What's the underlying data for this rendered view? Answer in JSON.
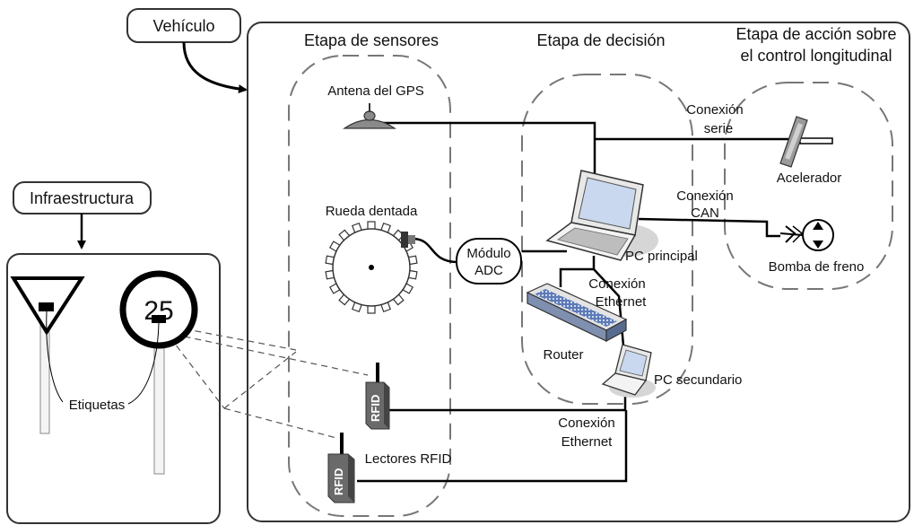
{
  "labels": {
    "vehicle": "Vehículo",
    "infrastructure": "Infraestructura",
    "sensor_stage": "Etapa de sensores",
    "decision_stage": "Etapa de decisión",
    "action_stage_line1": "Etapa de acción sobre",
    "action_stage_line2": "el control longitudinal",
    "gps_antenna": "Antena del GPS",
    "toothed_wheel": "Rueda dentada",
    "adc_module_line1": "Módulo",
    "adc_module_line2": "ADC",
    "main_pc": "PC principal",
    "secondary_pc": "PC secundario",
    "router": "Router",
    "serial_conn_line1": "Conexión",
    "serial_conn_line2": "serie",
    "can_conn_line1": "Conexión",
    "can_conn_line2": "CAN",
    "ethernet_conn1_line1": "Conexión",
    "ethernet_conn1_line2": "Ethernet",
    "ethernet_conn2_line1": "Conexión",
    "ethernet_conn2_line2": "Ethernet",
    "accelerator": "Acelerador",
    "brake_pump": "Bomba de freno",
    "rfid_readers": "Lectores RFID",
    "tags": "Etiquetas",
    "speed_sign_value": "25",
    "rfid_text_1": "RFID",
    "rfid_text_2": "RFID"
  }
}
